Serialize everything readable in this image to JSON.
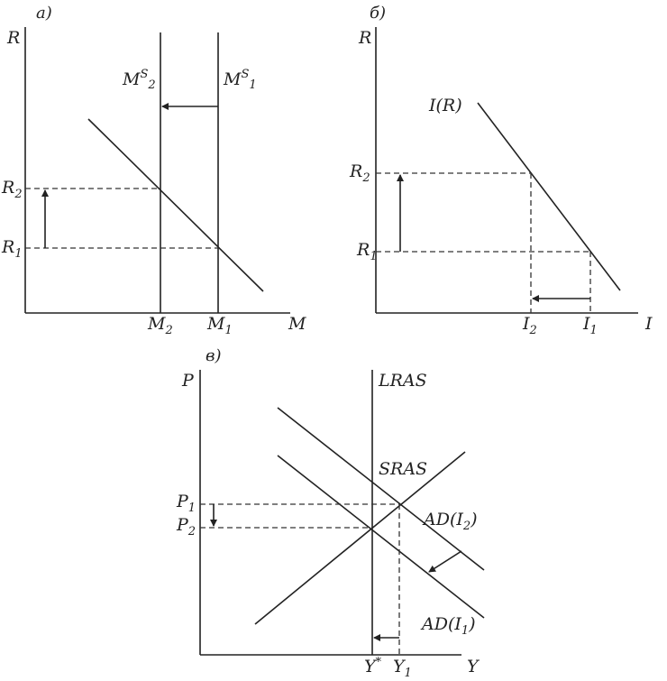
{
  "panel_a": {
    "tag": "а)",
    "y_axis": "R",
    "x_axis": "M",
    "ms2": {
      "base": "M",
      "sup": "S",
      "sub": "2"
    },
    "ms1": {
      "base": "M",
      "sup": "S",
      "sub": "1"
    },
    "r2": {
      "base": "R",
      "sub": "2"
    },
    "r1": {
      "base": "R",
      "sub": "1"
    },
    "m2": {
      "base": "M",
      "sub": "2"
    },
    "m1": {
      "base": "M",
      "sub": "1"
    }
  },
  "panel_b": {
    "tag": "б)",
    "y_axis": "R",
    "x_axis": "I",
    "curve": "I(R)",
    "r2": {
      "base": "R",
      "sub": "2"
    },
    "r1": {
      "base": "R",
      "sub": "1"
    },
    "i2": {
      "base": "I",
      "sub": "2"
    },
    "i1": {
      "base": "I",
      "sub": "1"
    }
  },
  "panel_c": {
    "tag": "в)",
    "y_axis": "P",
    "x_axis": "Y",
    "lras": "LRAS",
    "sras": "SRAS",
    "ad2": {
      "base": "AD(I",
      "sub": "2",
      "tail": ")"
    },
    "ad1": {
      "base": "AD(I",
      "sub": "1",
      "tail": ")"
    },
    "p1": {
      "base": "P",
      "sub": "1"
    },
    "p2": {
      "base": "P",
      "sub": "2"
    },
    "ystar": {
      "base": "Y",
      "sup": "*"
    },
    "y1": {
      "base": "Y",
      "sub": "1"
    }
  }
}
